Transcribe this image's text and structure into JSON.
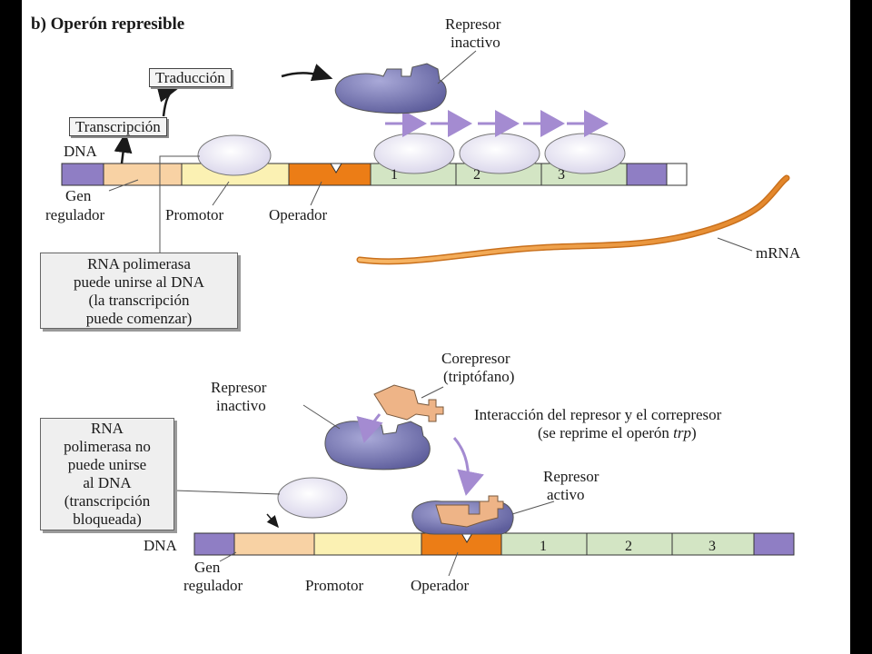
{
  "title": "b) Operón represible",
  "colors": {
    "dna_end": "#8f7ec4",
    "gen_regulador": "#f8d2a4",
    "promotor": "#fbf1b3",
    "operador": "#ec7d16",
    "gene": "#d3e5c4",
    "repressor": "#7f7fb9",
    "corepressor": "#eeb487",
    "polymerase": "#ebe9f4",
    "mrna": "#f3a13f",
    "arrow": "#a48bd1"
  },
  "top_panel": {
    "dna_label": "DNA",
    "translation_label": "Traducción",
    "transcription_label": "Transcripción",
    "repressor_label": "Represor\ninactivo",
    "gen_regulador_label": "Gen\nregulador",
    "promotor_label": "Promotor",
    "operador_label": "Operador",
    "mrna_label": "mRNA",
    "gene_numbers": [
      "1",
      "2",
      "3"
    ],
    "note_lines": [
      "RNA polimerasa",
      "puede unirse al DNA",
      "(la transcripción",
      "puede comenzar)"
    ]
  },
  "bottom_panel": {
    "dna_label": "DNA",
    "corepressor_label": "Corepresor\n(triptófano)",
    "inactive_repressor_label": "Represor\ninactivo",
    "interaction_line1": "Interacción del represor y el correpresor",
    "interaction_line2_prefix": "(se reprime el operón ",
    "interaction_line2_italic": "trp",
    "interaction_line2_suffix": ")",
    "active_repressor_label": "Represor\nactivo",
    "gen_regulador_label": "Gen\nregulador",
    "promotor_label": "Promotor",
    "operador_label": "Operador",
    "gene_numbers": [
      "1",
      "2",
      "3"
    ],
    "note_lines": [
      "RNA",
      "polimerasa no",
      "puede unirse",
      "al DNA",
      "(transcripción",
      "bloqueada)"
    ]
  }
}
